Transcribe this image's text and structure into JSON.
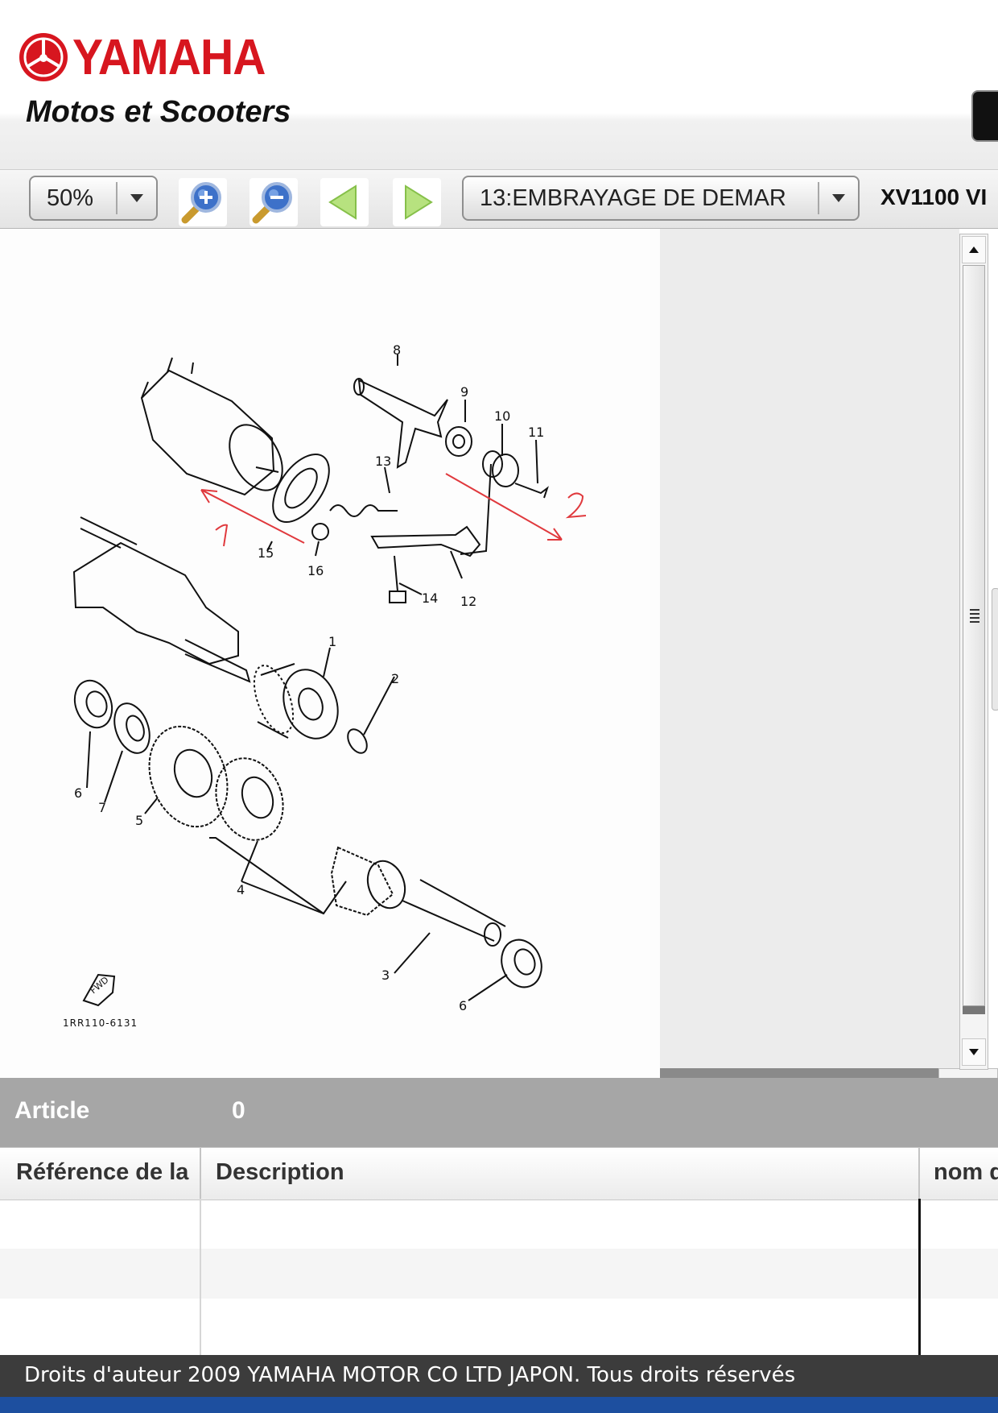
{
  "brand": {
    "name": "YAMAHA",
    "subtitle": "Motos et Scooters",
    "color": "#d7161f"
  },
  "toolbar": {
    "zoom_value": "50%",
    "zoom_in_icon": "zoom-in-magnifier",
    "zoom_out_icon": "zoom-out-magnifier",
    "prev_icon": "green-left-arrow",
    "next_icon": "green-right-arrow",
    "page_select": "13:EMBRAYAGE DE DEMAR",
    "model_label": "XV1100 VI"
  },
  "diagram": {
    "code": "1RR110-6131",
    "callouts": [
      "1",
      "2",
      "3",
      "4",
      "5",
      "6",
      "7",
      "8",
      "9",
      "10",
      "11",
      "12",
      "13",
      "14",
      "15",
      "16",
      "6"
    ],
    "handwritten": [
      "1",
      "2"
    ],
    "fwd_label": "FWD"
  },
  "article": {
    "label": "Article",
    "count": "0"
  },
  "table": {
    "columns": [
      "Référence de la",
      "Description",
      "nom d"
    ],
    "rows": [
      [
        "",
        "",
        ""
      ],
      [
        "",
        "",
        ""
      ],
      [
        "",
        "",
        ""
      ]
    ]
  },
  "footer": {
    "copyright": "Droits d'auteur 2009 YAMAHA MOTOR CO LTD JAPON. Tous droits réservés"
  },
  "colors": {
    "footer_bg": "#3c3c3c",
    "bottom_bar": "#1d4f9f",
    "article_bar": "#a6a6a6",
    "nav_arrow": "#9bd65a"
  }
}
